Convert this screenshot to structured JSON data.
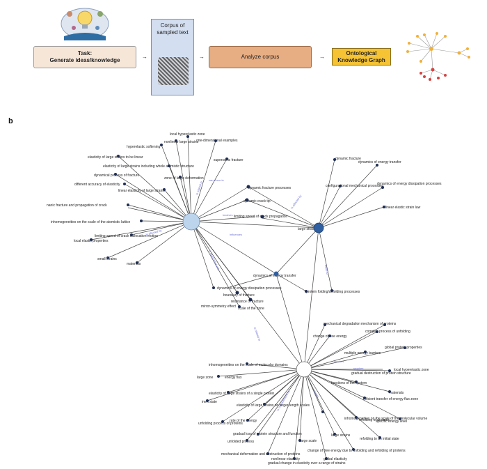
{
  "panel_a": {
    "task_title": "Task:",
    "task_text": "Generate ideas/knowledge",
    "corpus_text": "Corpus of sampled text",
    "analyze_text": "Analyze corpus",
    "okg_text": "Ontological Knowledge Graph",
    "arrow_glyph": "→"
  },
  "panel_b": {
    "label": "b",
    "hubs": [
      {
        "id": "h1",
        "name": ""
      },
      {
        "id": "h2",
        "name": "large strains"
      },
      {
        "id": "h3",
        "name": ""
      },
      {
        "id": "h4",
        "name": "dynamics of energy transfer"
      }
    ],
    "nodes": [
      "local hyperelastic zone",
      "nonlinear large strains",
      "one-dimensional examples",
      "hyperelastic softening",
      "elasticity of large strains to be linear",
      "elasticity of large strains including whole atomistic structure",
      "zone of large deformation",
      "dynamical process of fracture",
      "supersonic fracture",
      "different accuracy of elasticity",
      "linear elasticity of large strains",
      "nanic fracture and propagation of crack",
      "inhomogeneities on the scale of the atomistic lattice",
      "limiting speed of crack dislocation motion",
      "local elastic properties",
      "small strains",
      "materials",
      "dynamic fracture processes",
      "dynamic crack tip",
      "limiting speed of crack propagation",
      "dynamic fracture",
      "dynamics of energy transfer",
      "configurational mechanical processes",
      "bilinear elastic strain law",
      "dynamics of energy dissipation processes",
      "boundary of fracture",
      "resistance of fracture",
      "scale of the zone",
      "mirror-symmetry effect",
      "protein folding/unfolding processes",
      "mechanical degradation",
      "mechanism of proteins",
      "change of free energy",
      "complex process of unfolding",
      "multiple energy barriers",
      "global protein properties",
      "inhomogeneities on the scale of molecular domains",
      "local hyperelastic zone",
      "gradual destruction of protein structure",
      "large zone",
      "energy flux",
      "functions of the system",
      "elasticity of large strains of a single protein",
      "materials",
      "inert state",
      "elasticity of large strains on larger length scales",
      "rate of the energy",
      "unfolding process of proteins",
      "gradual loss of protein structure and function",
      "unfolded process",
      "large scale",
      "large strains",
      "mechanical deformation and destruction of proteins",
      "change of free energy due to unfolding and refolding of proteins",
      "nonlinear elasticity",
      "gradual change in elasticity over a range of strains",
      "global elasticity",
      "refolding to an initial state",
      "efficient transfer of energy flux zone",
      "inhomogeneities on the scale of the molecular volume",
      "refolding of proteins",
      "specific energy level"
    ]
  }
}
